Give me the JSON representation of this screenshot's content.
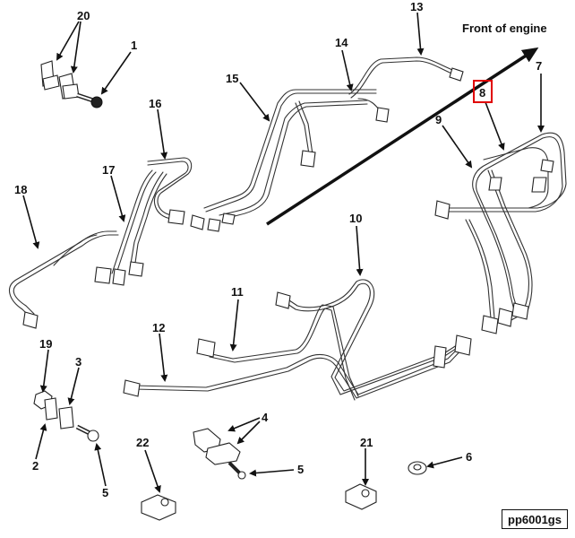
{
  "diagram": {
    "direction_label": "Front of engine",
    "figure_id": "pp6001gs",
    "callouts": {
      "c1": "1",
      "c2": "2",
      "c3": "3",
      "c4": "4",
      "c5a": "5",
      "c5b": "5",
      "c6": "6",
      "c7": "7",
      "c8": "8",
      "c9": "9",
      "c10": "10",
      "c11": "11",
      "c12": "12",
      "c13": "13",
      "c14": "14",
      "c15": "15",
      "c16": "16",
      "c17": "17",
      "c18": "18",
      "c19": "19",
      "c20": "20",
      "c21": "21",
      "c22": "22"
    },
    "highlight_color": "#e00000",
    "line_color": "#222222"
  }
}
